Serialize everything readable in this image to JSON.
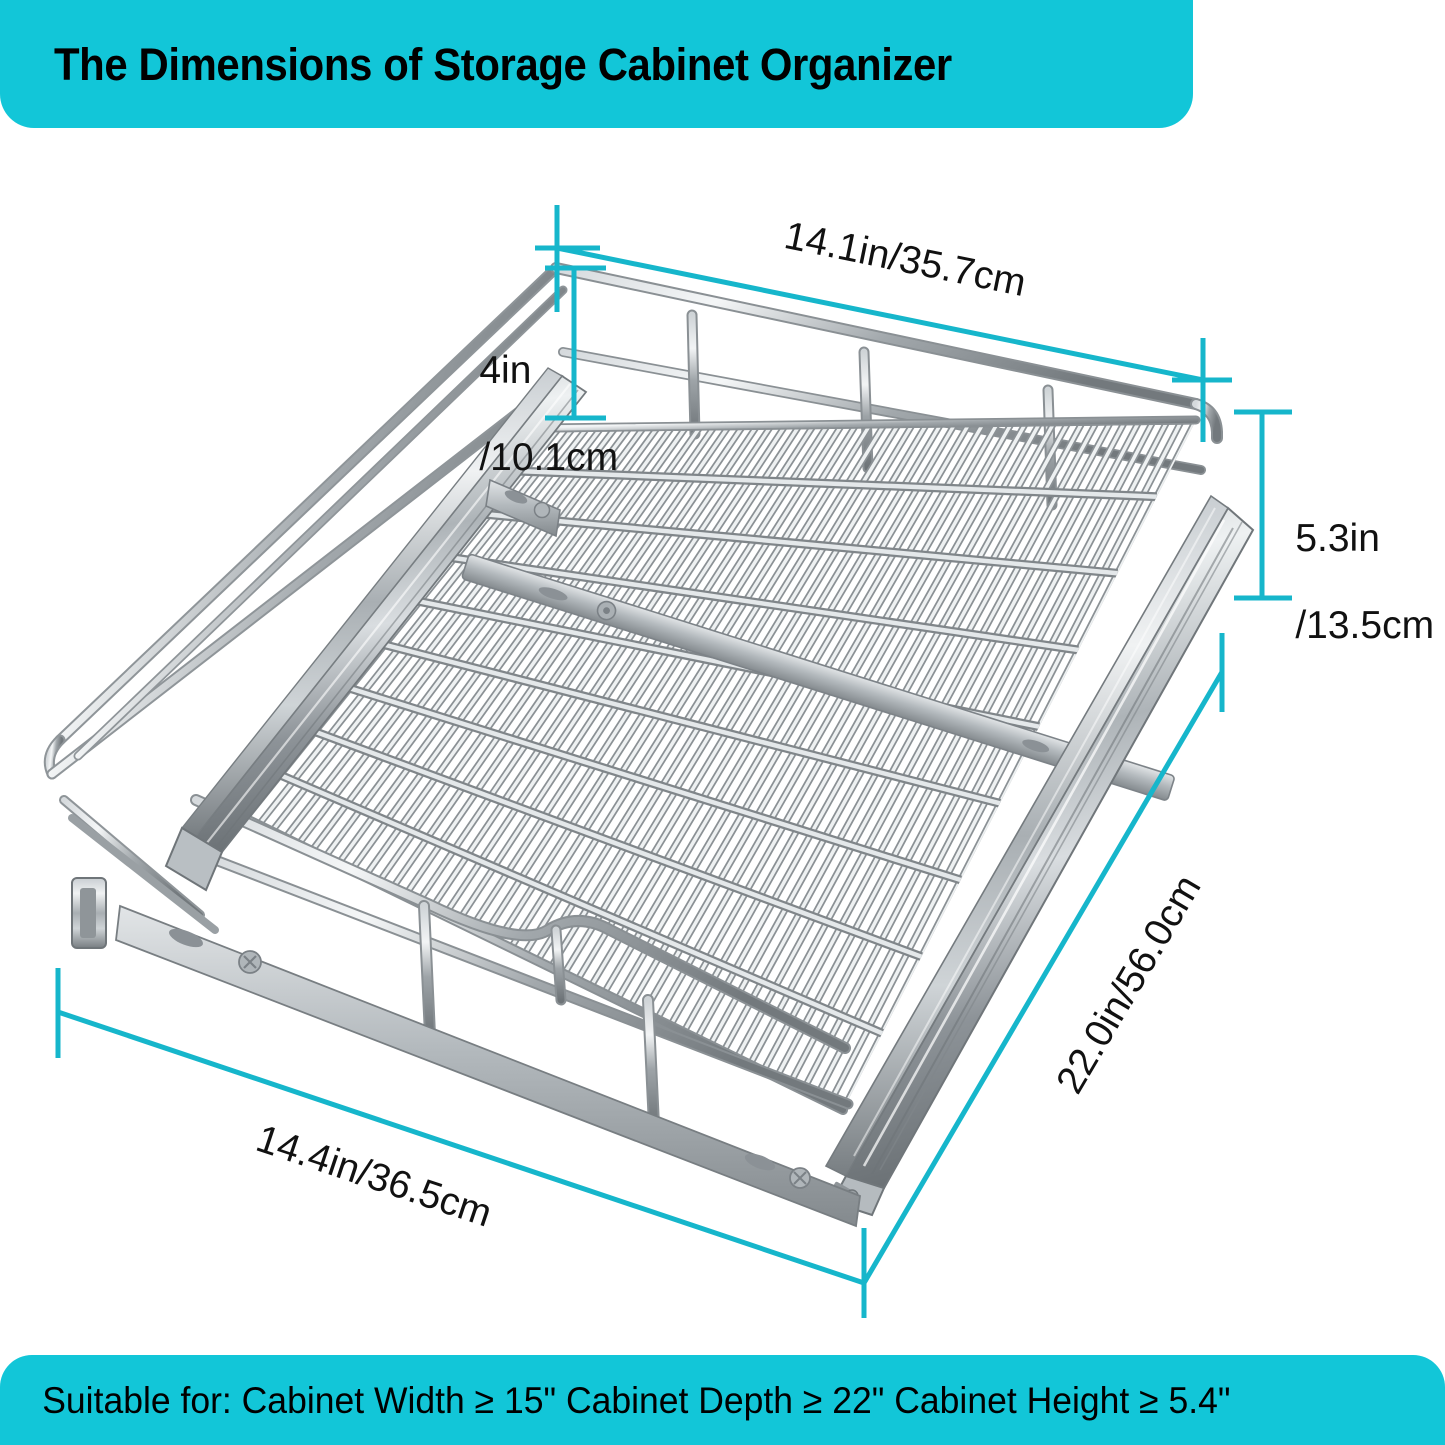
{
  "header": {
    "title": "The Dimensions of Storage Cabinet Organizer",
    "background_color": "#12c6d8",
    "text_color": "#000000"
  },
  "footer": {
    "text": "Suitable for: Cabinet Width ≥ 15\"  Cabinet Depth ≥ 22\"  Cabinet Height ≥ 5.4\"",
    "background_color": "#12c6d8",
    "text_color": "#000000"
  },
  "product": {
    "name": "pull-out-wire-basket-drawer-organizer",
    "material_color": "#9aa0a4",
    "highlight_color": "#e9ecee",
    "shadow_color": "#5d6367"
  },
  "dimensions": {
    "accent_color": "#16b6cb",
    "items": [
      {
        "id": "top-width",
        "label": "14.1in/35.7cm",
        "value_in": 14.1,
        "value_cm": 35.7,
        "describes": "interior basket width at top rear"
      },
      {
        "id": "basket-height",
        "label_line1": "4in",
        "label_line2": "/10.1cm",
        "value_in": 4,
        "value_cm": 10.1,
        "describes": "wire basket side height"
      },
      {
        "id": "overall-height",
        "label_line1": "5.3in",
        "label_line2": "/13.5cm",
        "value_in": 5.3,
        "value_cm": 13.5,
        "describes": "overall height including slide rails"
      },
      {
        "id": "depth",
        "label": "22.0in/56.0cm",
        "value_in": 22.0,
        "value_cm": 56.0,
        "describes": "overall depth front to back"
      },
      {
        "id": "overall-width",
        "label": "14.4in/36.5cm",
        "value_in": 14.4,
        "value_cm": 36.5,
        "describes": "overall width including slide rails"
      }
    ]
  }
}
